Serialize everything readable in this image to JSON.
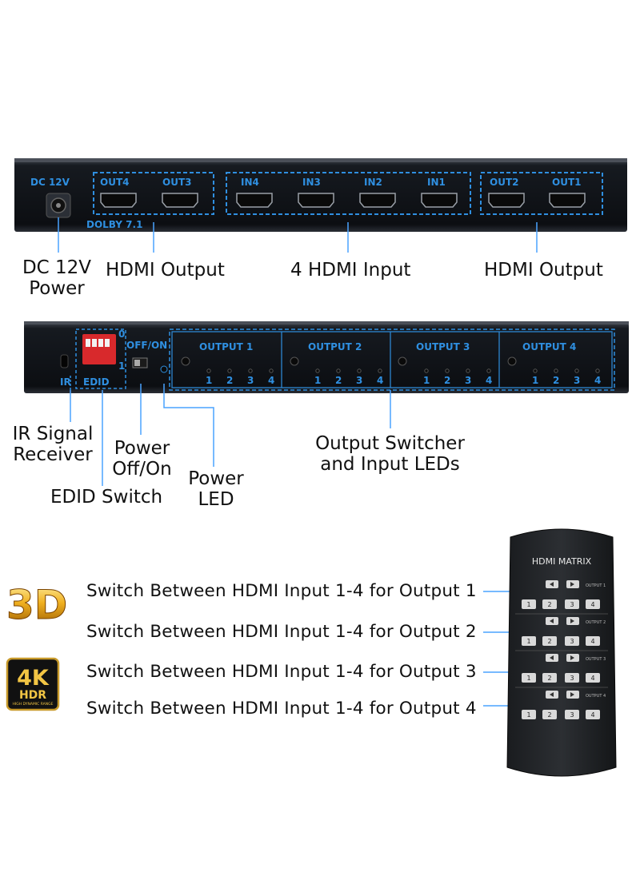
{
  "rear_panel": {
    "dc_label": "DC 12V",
    "ports_out_left": [
      "OUT4",
      "OUT3"
    ],
    "ports_in": [
      "IN4",
      "IN3",
      "IN2",
      "IN1"
    ],
    "ports_out_right": [
      "OUT2",
      "OUT1"
    ],
    "dolby_label": "DOLBY 7.1"
  },
  "rear_callouts": {
    "dc_power_line1": "DC 12V",
    "dc_power_line2": "Power",
    "hdmi_output_left": "HDMI Output",
    "hdmi_input": "4 HDMI Input",
    "hdmi_output_right": "HDMI Output"
  },
  "front_panel": {
    "ir_label": "IR",
    "edid_label": "EDID",
    "off_on_label": "OFF/ON",
    "dip_mark_top": "0",
    "dip_mark_bottom": "1",
    "outputs": [
      "OUTPUT 1",
      "OUTPUT 2",
      "OUTPUT 3",
      "OUTPUT 4"
    ],
    "led_numbers": [
      "1",
      "2",
      "3",
      "4"
    ]
  },
  "front_callouts": {
    "ir_line1": "IR Signal",
    "ir_line2": "Receiver",
    "power_line1": "Power",
    "power_line2": "Off/On",
    "edid_switch": "EDID Switch",
    "power_led_line1": "Power",
    "power_led_line2": "LED",
    "switcher_line1": "Output Switcher",
    "switcher_line2": "and Input LEDs"
  },
  "badges": {
    "badge_3d": "3D",
    "badge_4k": "4K",
    "badge_hdr": "HDR",
    "badge_hdr_sub": "HIGH DYNAMIC RANGE"
  },
  "switch_lines": [
    "Switch Between HDMI Input 1-4 for Output 1",
    "Switch Between HDMI Input 1-4 for Output 2",
    "Switch Between HDMI Input 1-4 for Output 3",
    "Switch Between HDMI Input 1-4 for Output 4"
  ],
  "remote": {
    "title": "HDMI MATRIX",
    "output_tags": [
      "OUTPUT 1",
      "OUTPUT 2",
      "OUTPUT 3",
      "OUTPUT 4"
    ],
    "button_numbers": [
      "1",
      "2",
      "3",
      "4"
    ]
  }
}
